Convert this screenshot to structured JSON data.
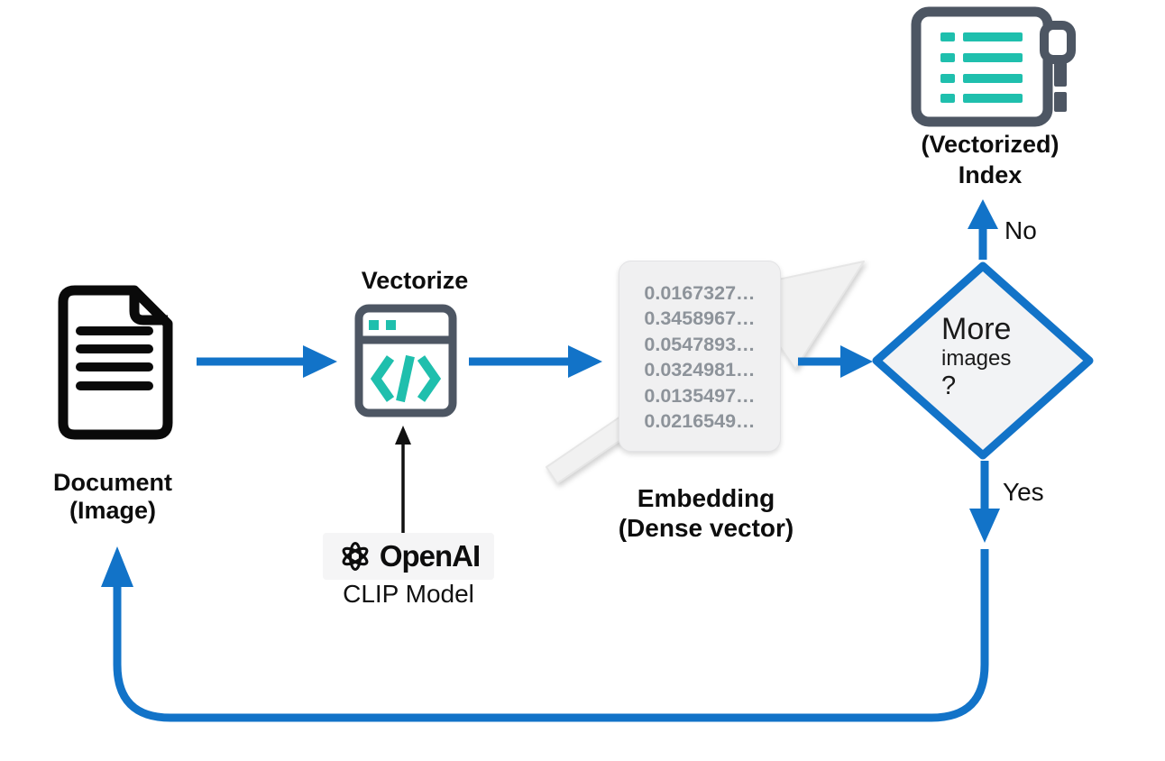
{
  "diagram": {
    "description": "Image vectorization pipeline flowchart"
  },
  "colors": {
    "arrow_blue": "#1273c8",
    "teal_accent": "#1fbfad",
    "slate_icon": "#4d5663",
    "card_gray": "#f0f0f1"
  },
  "nodes": {
    "document": {
      "label_line1": "Document",
      "label_line2": "(Image)"
    },
    "vectorize": {
      "title": "Vectorize"
    },
    "model": {
      "brand": "OpenAI",
      "label": "CLIP Model"
    },
    "embedding": {
      "values": [
        "0.0167327…",
        "0.3458967…",
        "0.0547893…",
        "0.0324981…",
        "0.0135497…",
        "0.0216549…"
      ],
      "label_line1": "Embedding",
      "label_line2": "(Dense vector)"
    },
    "decision": {
      "line1": "More",
      "line2": "images",
      "line3": "?"
    },
    "index": {
      "label_line1": "(Vectorized)",
      "label_line2": "Index"
    }
  },
  "edges": {
    "no_label": "No",
    "yes_label": "Yes"
  }
}
